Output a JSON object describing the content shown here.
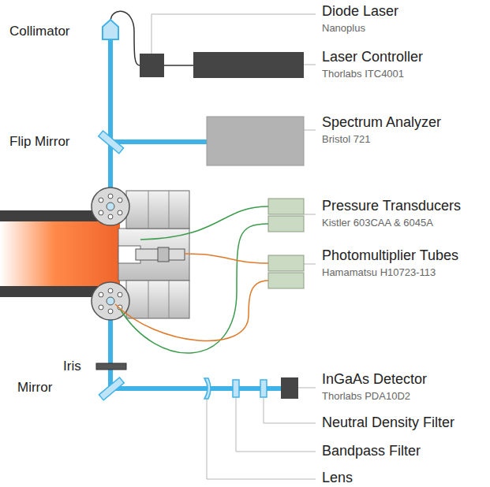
{
  "diagram": {
    "labels": [
      "Diode Laser",
      "Nanoplus",
      "Collimator",
      "Laser Controller",
      "Thorlabs ITC4001",
      "Flip Mirror",
      "Spectrum Analyzer",
      "Bristol 721",
      "Pressure Transducers",
      "Kistler 603CAA & 6045A",
      "Photomultiplier Tubes",
      "Hamamatsu H10723-113",
      "Iris",
      "Mirror",
      "InGaAs Detector",
      "Thorlabs PDA10D2",
      "Neutral Density Filter",
      "Bandpass Filter",
      "Lens"
    ]
  }
}
